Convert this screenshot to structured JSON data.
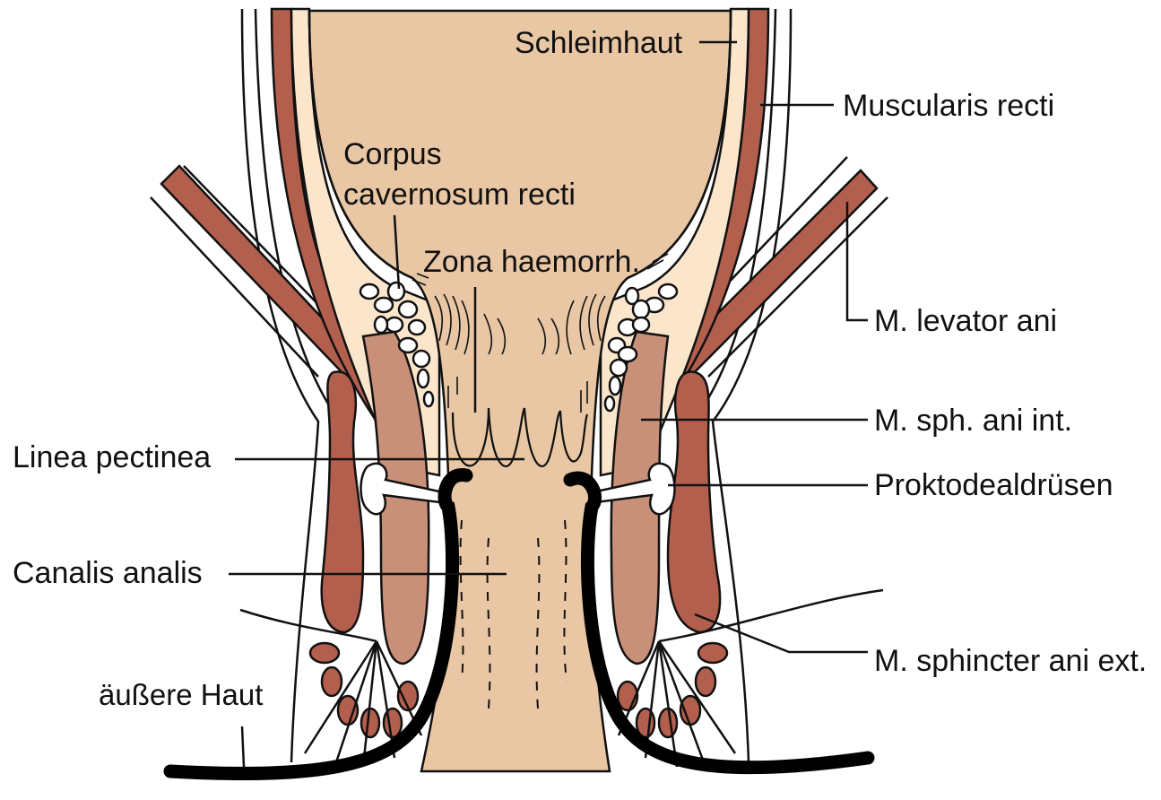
{
  "labels": {
    "schleimhaut": "Schleimhaut",
    "muscularis_recti": "Muscularis recti",
    "corpus_line1": "Corpus",
    "corpus_line2": "cavernosum recti",
    "zona": "Zona haemorrh.",
    "levator": "M. levator ani",
    "sph_int": "M. sph. ani int.",
    "linea": "Linea pectinea",
    "proktodeal": "Proktodealdrüsen",
    "canalis": "Canalis analis",
    "sph_ext": "M. sphincter ani ext.",
    "haut": "äußere Haut"
  },
  "colors": {
    "mucosa": "#e9c7a4",
    "submucosa": "#fbe6cc",
    "muscle": "#b25f4d",
    "internal_sphincter": "#c99079",
    "outline": "#111111",
    "skin": "#000000"
  }
}
